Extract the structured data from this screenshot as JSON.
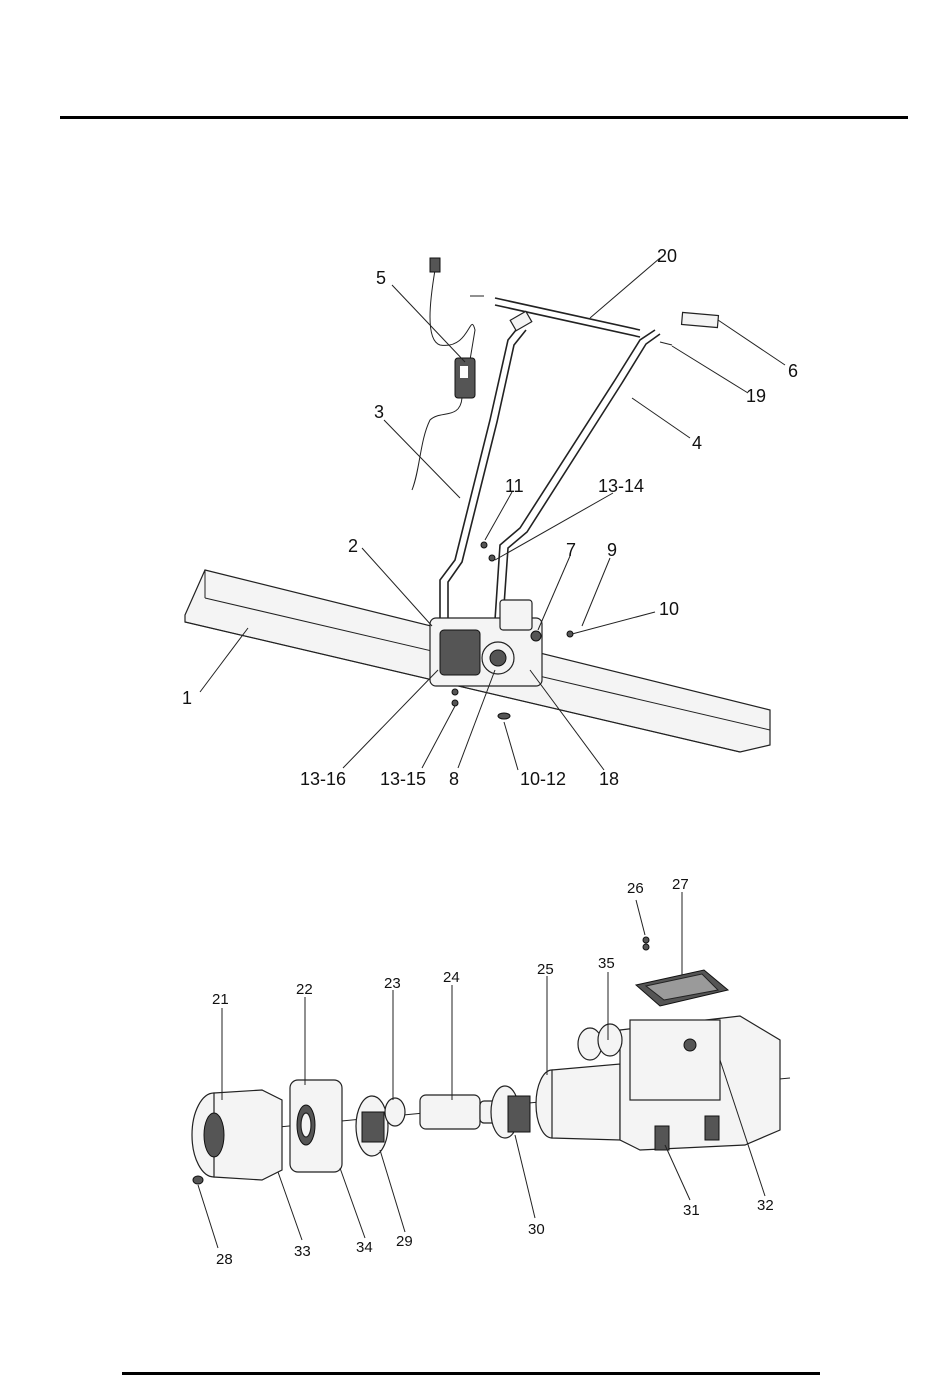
{
  "upper_diagram": {
    "callouts": [
      "20",
      "5",
      "6",
      "19",
      "3",
      "4",
      "11",
      "13-14",
      "2",
      "7",
      "9",
      "10",
      "1",
      "13-16",
      "13-15",
      "8",
      "10-12",
      "18"
    ]
  },
  "lower_diagram": {
    "callouts": [
      "26",
      "27",
      "21",
      "22",
      "23",
      "24",
      "25",
      "35",
      "28",
      "33",
      "34",
      "29",
      "30",
      "31",
      "32"
    ]
  }
}
